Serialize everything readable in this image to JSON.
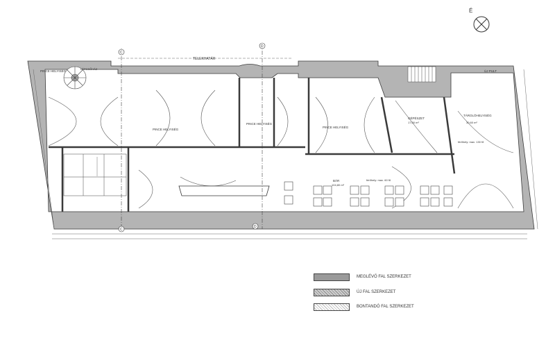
{
  "plan": {
    "north_label": "É",
    "boundary_label": "TELEKHATÁR",
    "section_markers": [
      "C",
      "D",
      "C",
      "D"
    ],
    "rooms": [
      {
        "id": "pince-1",
        "label": "PINCE HELYISÉG"
      },
      {
        "id": "pince-2",
        "label": "PINCE HELYISÉG"
      },
      {
        "id": "pince-3",
        "label": "PINCE HELYISÉG"
      },
      {
        "id": "pince-4",
        "label": "PINCE HELYISÉG"
      },
      {
        "id": "lepcsohaz",
        "label": "LÉPCSŐHÁZ"
      },
      {
        "id": "gepeszet",
        "label": "GÉPÉSZET"
      },
      {
        "id": "gepeszet-area",
        "label": "17,00 m²"
      },
      {
        "id": "tarolo",
        "label": "TÁROLÓHELYISÉG"
      },
      {
        "id": "tarolo-area",
        "label": "30,60 m²"
      },
      {
        "id": "bar",
        "label": "BÁR"
      },
      {
        "id": "bar-area",
        "label": "104,80 m²"
      },
      {
        "id": "uj-pult",
        "label": "ÚJ PULT"
      },
      {
        "id": "ferohely-1",
        "label": "férőhely: max. 60 fő"
      },
      {
        "id": "ferohely-2",
        "label": "férőhely: max. 130 fő"
      }
    ]
  },
  "legend": {
    "items": [
      {
        "key": "existing",
        "label": "MEGLÉVŐ FAL SZERKEZET"
      },
      {
        "key": "new",
        "label": "ÚJ FAL SZERKEZET"
      },
      {
        "key": "demolish",
        "label": "BONTANDÓ FAL SZERKEZET"
      }
    ]
  },
  "colors": {
    "wall": "#b4b4b4",
    "line": "#3a3a3a",
    "thin": "#6b6b6b"
  }
}
